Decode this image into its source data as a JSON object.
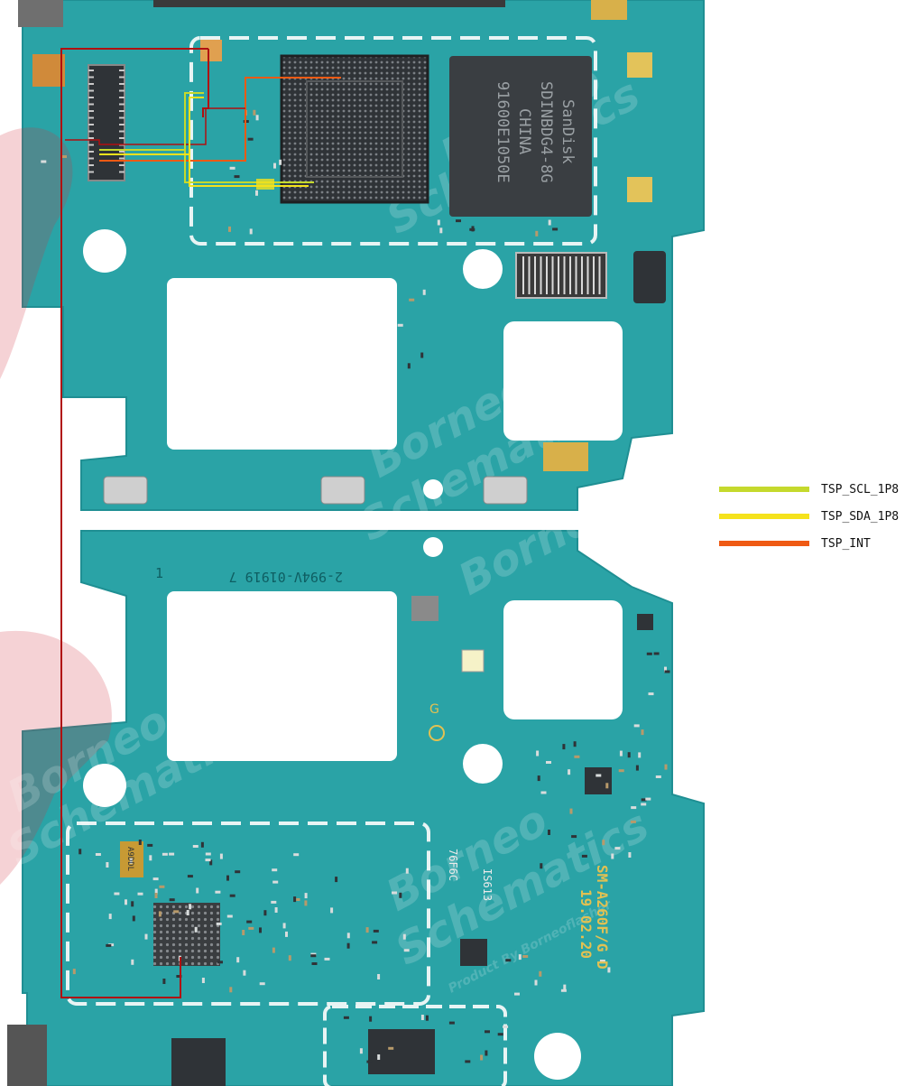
{
  "colors": {
    "pcb": "#2aa3a6",
    "pcb_dark": "#1b8a8f",
    "chip": "#2f3337",
    "cutout": "#ffffff",
    "gold": "#d8b04a",
    "watermark": "#d0303f",
    "trace_box": "#b01010"
  },
  "legend": [
    {
      "label": "TSP_SCL_1P8",
      "color": "#c5d92d"
    },
    {
      "label": "TSP_SDA_1P8",
      "color": "#f5e21c"
    },
    {
      "label": "TSP_INT",
      "color": "#ef5a14"
    }
  ],
  "board_text": {
    "emmc_line1": "SanDisk",
    "emmc_line2": "SDINBDG4-8G",
    "emmc_line3": "CHINA",
    "emmc_line4": "91600E1050E",
    "model_line1": "SM-A260F/G D",
    "model_line2": "19.02.20",
    "pcb_code": "2-994V-01919 7",
    "mark_1": "1",
    "small_code_1": "76F6C",
    "small_code_2": "IS613",
    "small_code_3": "A9DDL",
    "icon_label": "G"
  },
  "watermark": {
    "line1": "Borneo",
    "line2": "Schematics",
    "line3": "Product By Borneoflasher"
  }
}
